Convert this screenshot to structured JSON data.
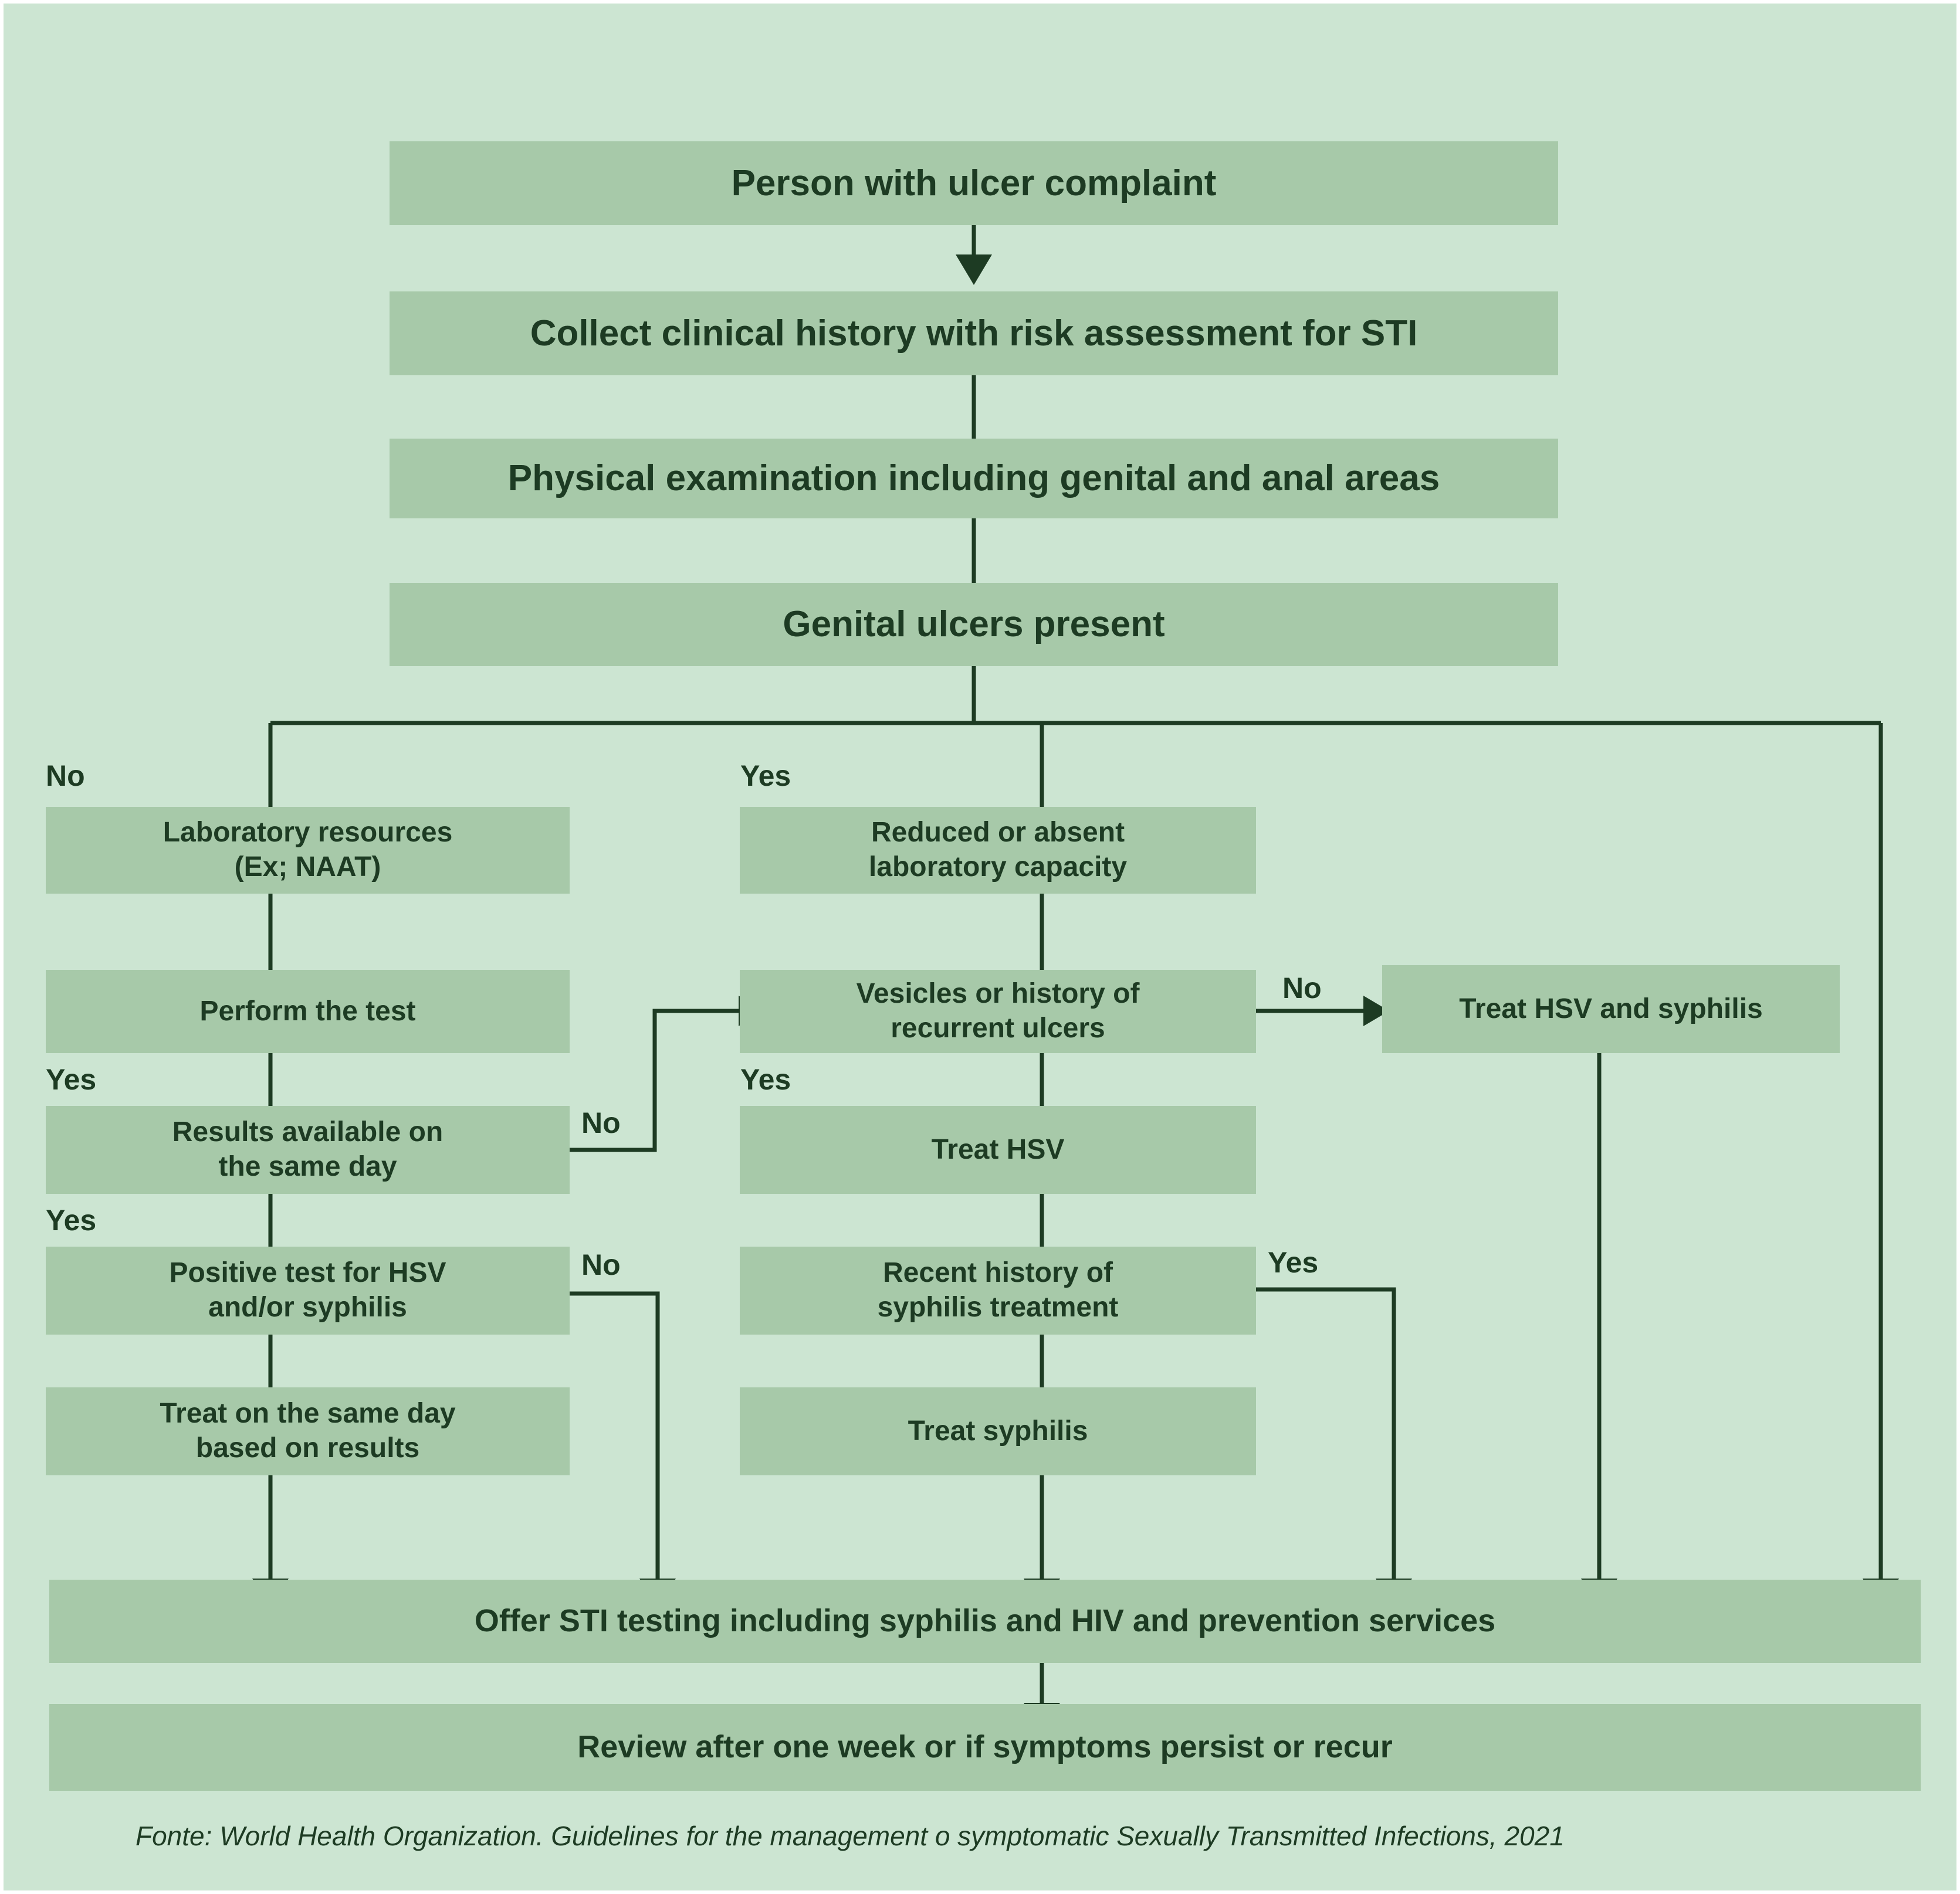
{
  "meta": {
    "title": "Genital ulcer syndrome management flowchart",
    "colors": {
      "page_background": "#cce5d2",
      "node_fill": "#a7c9a9",
      "text": "#1d3b23",
      "line": "#1d3b23"
    }
  },
  "nodes": [
    {
      "id": "person_ulcer",
      "label": "Person with ulcer complaint"
    },
    {
      "id": "collect_history",
      "label": "Collect clinical history with risk assessment for STI"
    },
    {
      "id": "physical_exam",
      "label": "Physical examination including genital and anal areas"
    },
    {
      "id": "genital_ulcers",
      "label": "Genital ulcers present"
    },
    {
      "id": "lab_resources",
      "label": "Laboratory resources\n(Ex; NAAT)"
    },
    {
      "id": "reduced_lab",
      "label": "Reduced or absent\nlaboratory capacity"
    },
    {
      "id": "perform_test",
      "label": "Perform the test"
    },
    {
      "id": "vesicles",
      "label": "Vesicles or history of\nrecurrent ulcers"
    },
    {
      "id": "treat_hsv_syphilis",
      "label": "Treat HSV and syphilis"
    },
    {
      "id": "results_same_day",
      "label": "Results available on\nthe same day"
    },
    {
      "id": "treat_hsv",
      "label": "Treat HSV"
    },
    {
      "id": "positive_test",
      "label": "Positive test for HSV\nand/or syphilis"
    },
    {
      "id": "recent_history",
      "label": "Recent history of\nsyphilis treatment"
    },
    {
      "id": "treat_same_day",
      "label": "Treat on the same day\nbased on results"
    },
    {
      "id": "treat_syphilis",
      "label": "Treat syphilis"
    },
    {
      "id": "offer_sti_testing",
      "label": "Offer STI testing including syphilis and HIV and prevention services"
    },
    {
      "id": "review_one_week",
      "label": "Review after one week or if symptoms persist or recur"
    }
  ],
  "edge_labels": [
    {
      "id": "no_lab",
      "text": "No"
    },
    {
      "id": "yes_reduced_lab",
      "text": "Yes"
    },
    {
      "id": "yes_results",
      "text": "Yes"
    },
    {
      "id": "no_vesicles",
      "text": "No"
    },
    {
      "id": "yes_vesicles",
      "text": "Yes"
    },
    {
      "id": "no_results",
      "text": "No"
    },
    {
      "id": "yes_positive",
      "text": "Yes"
    },
    {
      "id": "no_positive",
      "text": "No"
    },
    {
      "id": "yes_recent_history",
      "text": "Yes"
    }
  ],
  "footer": {
    "source": "Fonte: World Health Organization. Guidelines for the management o symptomatic Sexually Transmitted Infections, 2021"
  }
}
